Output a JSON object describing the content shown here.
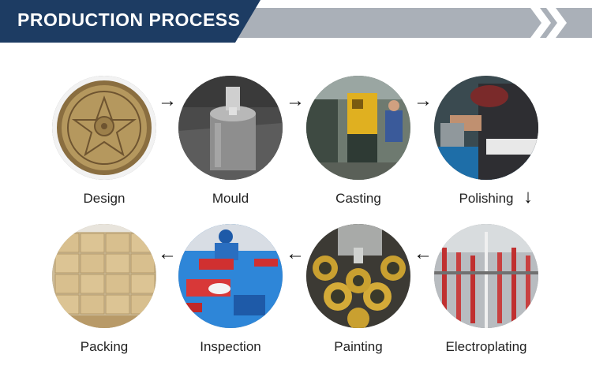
{
  "header": {
    "title": "PRODUCTION PROCESS"
  },
  "steps": [
    {
      "label": "Design"
    },
    {
      "label": "Mould"
    },
    {
      "label": "Casting"
    },
    {
      "label": "Polishing"
    },
    {
      "label": "Electroplating"
    },
    {
      "label": "Painting"
    },
    {
      "label": "Inspection"
    },
    {
      "label": "Packing"
    }
  ],
  "arrows": {
    "right": "→",
    "down": "↓",
    "left": "←"
  },
  "colors": {
    "banner_dark": "#1d3c63",
    "banner_gray": "#aab0b8"
  }
}
